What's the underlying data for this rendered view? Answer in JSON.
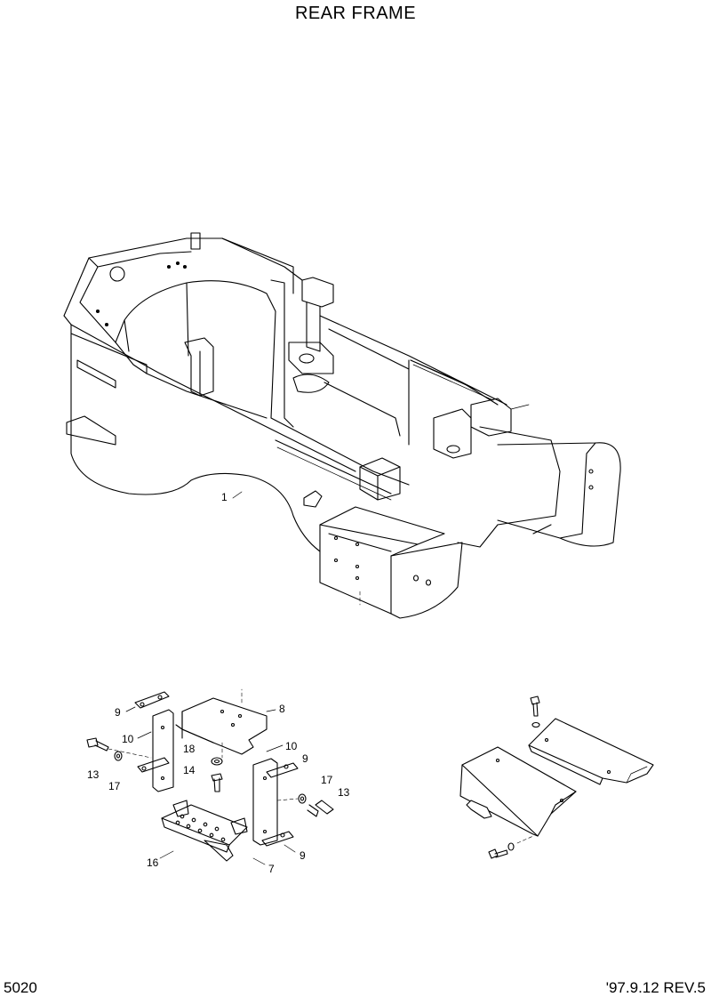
{
  "title": "REAR FRAME",
  "page_number": "5020",
  "revision": "'97.9.12  REV.5",
  "callouts": {
    "c1": "1",
    "c7": "7",
    "c8": "8",
    "c9a": "9",
    "c9b": "9",
    "c9c": "9",
    "c10a": "10",
    "c10b": "10",
    "c13a": "13",
    "c13b": "13",
    "c14": "14",
    "c16": "16",
    "c17a": "17",
    "c17b": "17",
    "c18": "18"
  }
}
